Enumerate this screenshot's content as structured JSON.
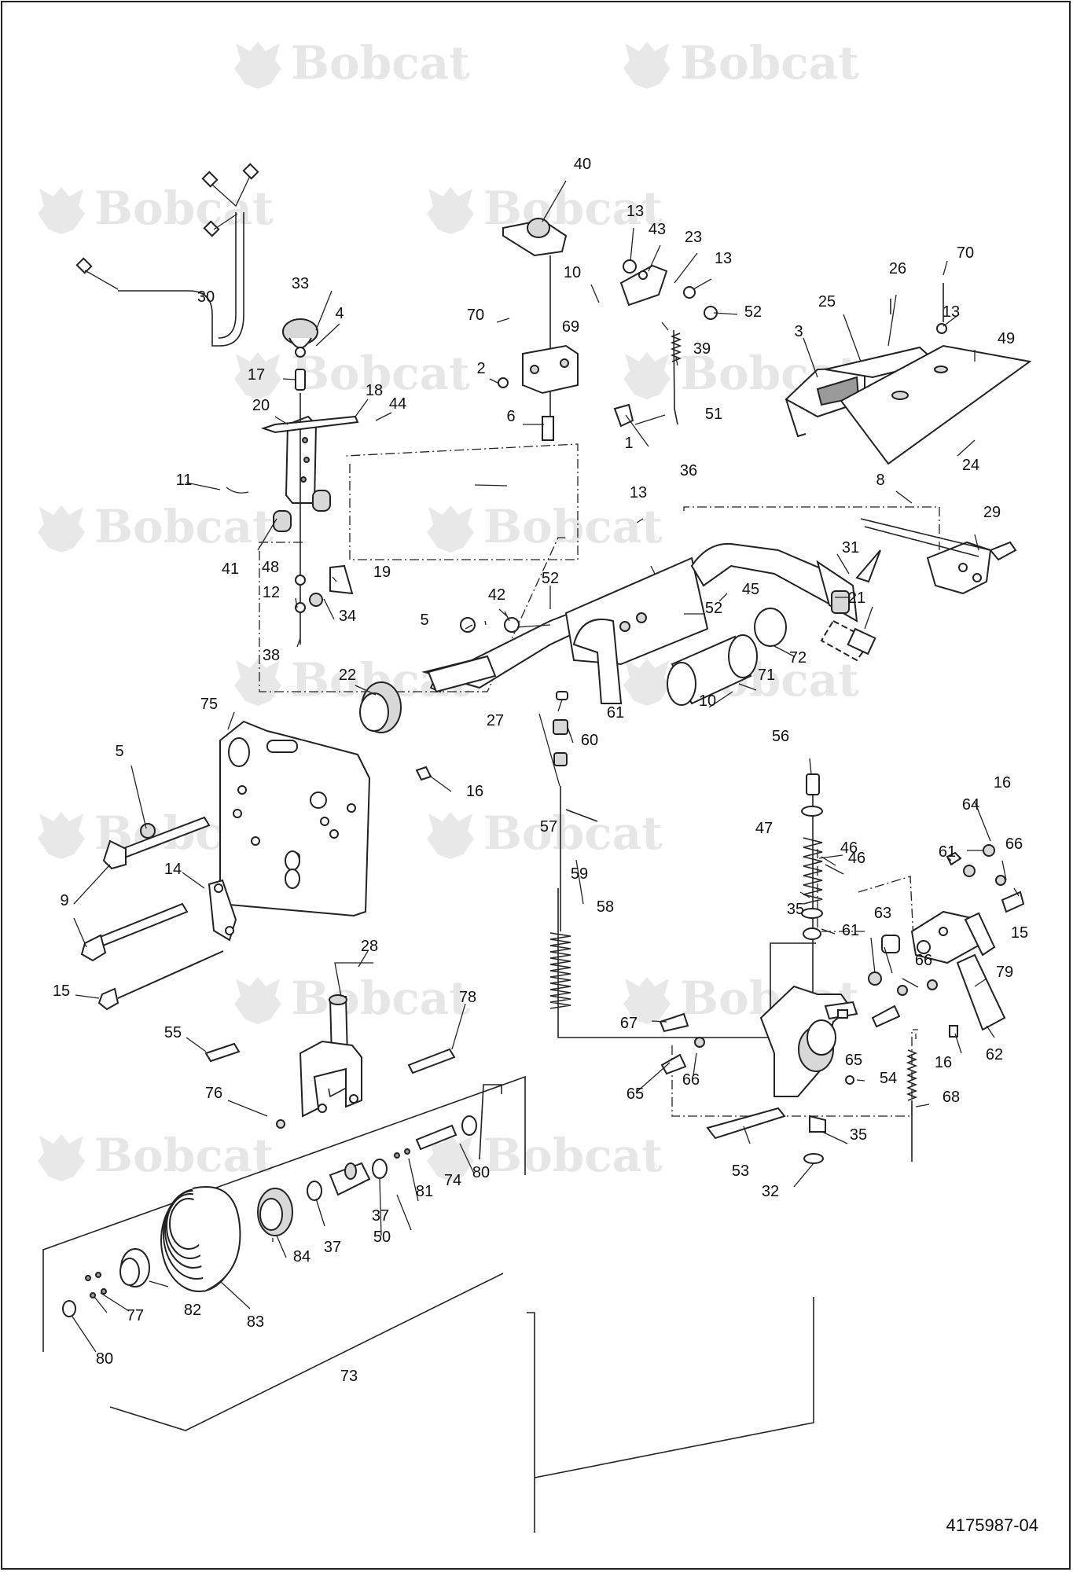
{
  "watermark": {
    "brand": "Bobcat",
    "mark": "®"
  },
  "drawing_id": "4175987-04",
  "callouts": [
    "1",
    "2",
    "3",
    "4",
    "5",
    "6",
    "8",
    "9",
    "10",
    "11",
    "12",
    "13",
    "14",
    "15",
    "16",
    "17",
    "18",
    "19",
    "20",
    "21",
    "22",
    "23",
    "24",
    "25",
    "26",
    "27",
    "28",
    "29",
    "30",
    "31",
    "32",
    "33",
    "34",
    "35",
    "36",
    "37",
    "38",
    "39",
    "40",
    "41",
    "42",
    "43",
    "44",
    "45",
    "46",
    "47",
    "48",
    "49",
    "50",
    "51",
    "52",
    "53",
    "54",
    "55",
    "56",
    "57",
    "58",
    "59",
    "60",
    "61",
    "62",
    "63",
    "64",
    "65",
    "66",
    "67",
    "68",
    "69",
    "70",
    "71",
    "72",
    "73",
    "74",
    "75",
    "76",
    "77",
    "78",
    "79",
    "80",
    "81",
    "82",
    "83",
    "84"
  ],
  "colors": {
    "line": "#222222",
    "watermark": "#e6e6e6",
    "shade": "#d8d8d8",
    "dark": "#9a9a9a"
  }
}
